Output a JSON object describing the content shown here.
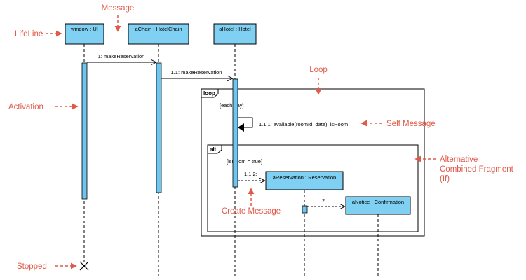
{
  "colors": {
    "object_fill": "#7fd0f2",
    "object_stroke": "#000000",
    "activation_fill": "#6ec6ee",
    "annotation": "#e05a4a",
    "line": "#000000"
  },
  "objects": {
    "window": "window : UI",
    "achain": "aChain : HotelChain",
    "ahotel": "aHotel : Hotel",
    "areservation": "aReservation : Reservation",
    "anotice": "aNotice : Confirmation"
  },
  "messages": {
    "m1": "1: makeReservation",
    "m11": "1.1: makeReservation",
    "m111": "1.1.1: available(roomId, date): isRoom",
    "m112": "1.1.2:",
    "m2": "2:"
  },
  "fragments": {
    "loop_tag": "loop",
    "loop_guard": "[each day]",
    "alt_tag": "alt",
    "alt_guard": "[isRoom = true]"
  },
  "annotations": {
    "message": "Message",
    "lifeline": "LifeLine",
    "activation": "Activation",
    "loop": "Loop",
    "self_message": "Self Message",
    "alternative_line1": "Alternative",
    "alternative_line2": "Combined Fragment",
    "alternative_line3": "(If)",
    "create_message": "Create Message",
    "stopped": "Stopped"
  }
}
